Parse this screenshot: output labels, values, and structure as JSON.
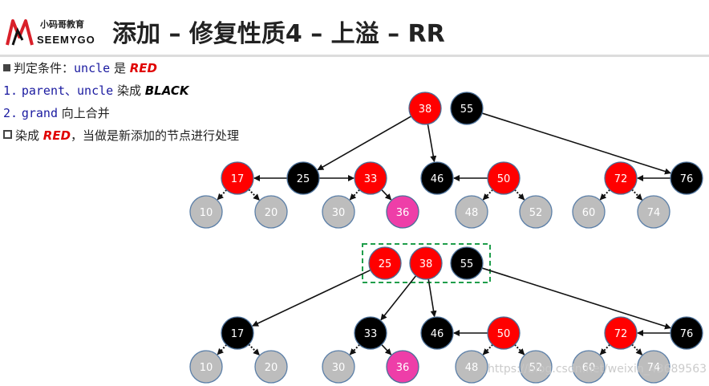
{
  "logo": {
    "top_text": "小码哥教育",
    "bottom_text": "SEEMYGO"
  },
  "title": "添加 – 修复性质4 – 上溢 – RR",
  "bullets": {
    "b1": {
      "prefix": "判定条件：",
      "code": "uncle",
      "mid": " 是 ",
      "emph": "RED"
    },
    "b2": {
      "num": "1.",
      "code": "parent、uncle",
      "mid": " 染成 ",
      "emph": "BLACK"
    },
    "b3": {
      "num": "2.",
      "code": "grand",
      "rest": " 向上合并"
    },
    "b4": {
      "prefix": "染成 ",
      "emph": "RED",
      "rest": "，当做是新添加的节点进行处理"
    }
  },
  "colors": {
    "red": "#ff0000",
    "black": "#000000",
    "gray": "#bdbdbd",
    "pink": "#ee3ea8",
    "highlight": "#1f9e4b"
  },
  "trees": [
    {
      "nodes": [
        {
          "id": "n38",
          "label": "38",
          "color": "red"
        },
        {
          "id": "n55",
          "label": "55",
          "color": "black"
        },
        {
          "id": "n17",
          "label": "17",
          "color": "red"
        },
        {
          "id": "n25",
          "label": "25",
          "color": "black"
        },
        {
          "id": "n33",
          "label": "33",
          "color": "red"
        },
        {
          "id": "n46",
          "label": "46",
          "color": "black"
        },
        {
          "id": "n50",
          "label": "50",
          "color": "red"
        },
        {
          "id": "n72",
          "label": "72",
          "color": "red"
        },
        {
          "id": "n76",
          "label": "76",
          "color": "black"
        },
        {
          "id": "n10",
          "label": "10",
          "color": "gray"
        },
        {
          "id": "n20",
          "label": "20",
          "color": "gray"
        },
        {
          "id": "n30",
          "label": "30",
          "color": "gray"
        },
        {
          "id": "n36",
          "label": "36",
          "color": "pink"
        },
        {
          "id": "n48",
          "label": "48",
          "color": "gray"
        },
        {
          "id": "n52",
          "label": "52",
          "color": "gray"
        },
        {
          "id": "n60",
          "label": "60",
          "color": "gray"
        },
        {
          "id": "n74",
          "label": "74",
          "color": "gray"
        }
      ],
      "edges": [
        {
          "from": "n38",
          "to": "n25",
          "style": "solid"
        },
        {
          "from": "n38",
          "to": "n46",
          "style": "solid"
        },
        {
          "from": "n55",
          "to": "n76",
          "style": "solid"
        },
        {
          "from": "n25",
          "to": "n17",
          "style": "solid"
        },
        {
          "from": "n25",
          "to": "n33",
          "style": "solid"
        },
        {
          "from": "n50",
          "to": "n46",
          "style": "solid"
        },
        {
          "from": "n76",
          "to": "n72",
          "style": "solid"
        },
        {
          "from": "n33",
          "to": "n36",
          "style": "solid"
        },
        {
          "from": "n17",
          "to": "n10",
          "style": "dotted"
        },
        {
          "from": "n17",
          "to": "n20",
          "style": "dotted"
        },
        {
          "from": "n33",
          "to": "n30",
          "style": "dotted"
        },
        {
          "from": "n50",
          "to": "n48",
          "style": "dotted"
        },
        {
          "from": "n50",
          "to": "n52",
          "style": "dotted"
        },
        {
          "from": "n72",
          "to": "n60",
          "style": "dotted"
        },
        {
          "from": "n72",
          "to": "n74",
          "style": "dotted"
        }
      ]
    },
    {
      "nodes": [
        {
          "id": "m25",
          "label": "25",
          "color": "red"
        },
        {
          "id": "m38",
          "label": "38",
          "color": "red"
        },
        {
          "id": "m55",
          "label": "55",
          "color": "black"
        },
        {
          "id": "m17",
          "label": "17",
          "color": "black"
        },
        {
          "id": "m33",
          "label": "33",
          "color": "black"
        },
        {
          "id": "m46",
          "label": "46",
          "color": "black"
        },
        {
          "id": "m50",
          "label": "50",
          "color": "red"
        },
        {
          "id": "m72",
          "label": "72",
          "color": "red"
        },
        {
          "id": "m76",
          "label": "76",
          "color": "black"
        },
        {
          "id": "m10",
          "label": "10",
          "color": "gray"
        },
        {
          "id": "m20",
          "label": "20",
          "color": "gray"
        },
        {
          "id": "m30",
          "label": "30",
          "color": "gray"
        },
        {
          "id": "m36",
          "label": "36",
          "color": "pink"
        },
        {
          "id": "m48",
          "label": "48",
          "color": "gray"
        },
        {
          "id": "m52",
          "label": "52",
          "color": "gray"
        },
        {
          "id": "m60",
          "label": "60",
          "color": "gray"
        },
        {
          "id": "m74",
          "label": "74",
          "color": "gray"
        }
      ],
      "edges": [
        {
          "from": "m25",
          "to": "m17",
          "style": "solid"
        },
        {
          "from": "m38",
          "to": "m33",
          "style": "solid"
        },
        {
          "from": "m38",
          "to": "m46",
          "style": "solid"
        },
        {
          "from": "m55",
          "to": "m76",
          "style": "solid"
        },
        {
          "from": "m50",
          "to": "m46",
          "style": "solid"
        },
        {
          "from": "m76",
          "to": "m72",
          "style": "solid"
        },
        {
          "from": "m33",
          "to": "m36",
          "style": "solid"
        },
        {
          "from": "m17",
          "to": "m10",
          "style": "dotted"
        },
        {
          "from": "m17",
          "to": "m20",
          "style": "dotted"
        },
        {
          "from": "m33",
          "to": "m30",
          "style": "dotted"
        },
        {
          "from": "m50",
          "to": "m48",
          "style": "dotted"
        },
        {
          "from": "m50",
          "to": "m52",
          "style": "dotted"
        },
        {
          "from": "m72",
          "to": "m60",
          "style": "dotted"
        },
        {
          "from": "m72",
          "to": "m74",
          "style": "dotted"
        }
      ]
    }
  ],
  "watermark": "https://blog.csdn.net/weixin_43689563"
}
